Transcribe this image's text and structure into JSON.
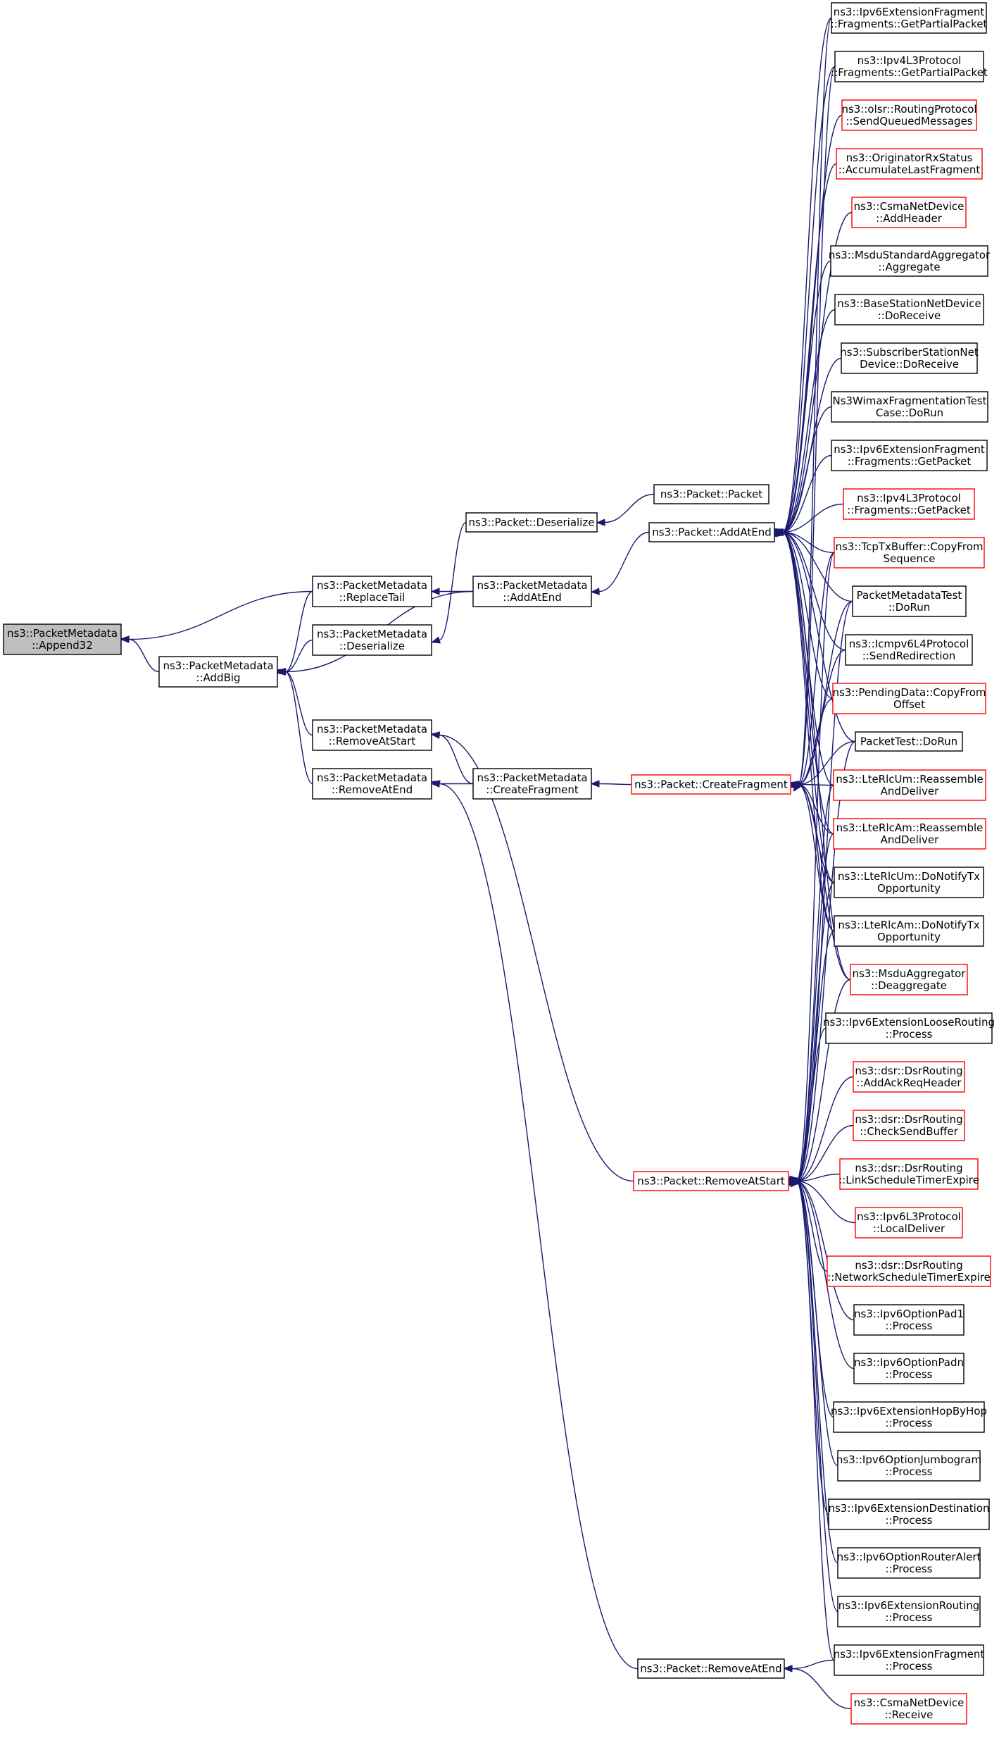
{
  "colors": {
    "edge": "#191970",
    "node_border": "#000000",
    "node_border_incomplete": "#ff0000",
    "root_fill": "#bfbfbf",
    "background": "#ffffff"
  },
  "nodes": [
    {
      "id": "append32",
      "lines": [
        "ns3::PacketMetadata",
        "::Append32"
      ],
      "style": "root"
    },
    {
      "id": "addbig",
      "lines": [
        "ns3::PacketMetadata",
        "::AddBig"
      ],
      "style": "normal"
    },
    {
      "id": "replacetail",
      "lines": [
        "ns3::PacketMetadata",
        "::ReplaceTail"
      ],
      "style": "normal"
    },
    {
      "id": "pm_deserialize",
      "lines": [
        "ns3::PacketMetadata",
        "::Deserialize"
      ],
      "style": "normal"
    },
    {
      "id": "removeatstart_pm",
      "lines": [
        "ns3::PacketMetadata",
        "::RemoveAtStart"
      ],
      "style": "normal"
    },
    {
      "id": "removeatend_pm",
      "lines": [
        "ns3::PacketMetadata",
        "::RemoveAtEnd"
      ],
      "style": "normal"
    },
    {
      "id": "pkt_deserialize",
      "lines": [
        "ns3::Packet::Deserialize"
      ],
      "style": "normal"
    },
    {
      "id": "pm_addatend",
      "lines": [
        "ns3::PacketMetadata",
        "::AddAtEnd"
      ],
      "style": "normal"
    },
    {
      "id": "pm_createfragment",
      "lines": [
        "ns3::PacketMetadata",
        "::CreateFragment"
      ],
      "style": "normal"
    },
    {
      "id": "pkt_packet",
      "lines": [
        "ns3::Packet::Packet"
      ],
      "style": "normal"
    },
    {
      "id": "pkt_addatend",
      "lines": [
        "ns3::Packet::AddAtEnd"
      ],
      "style": "normal"
    },
    {
      "id": "pkt_createfragment",
      "lines": [
        "ns3::Packet::CreateFragment"
      ],
      "style": "red"
    },
    {
      "id": "pkt_removeatstart",
      "lines": [
        "ns3::Packet::RemoveAtStart"
      ],
      "style": "red"
    },
    {
      "id": "pkt_removeatend",
      "lines": [
        "ns3::Packet::RemoveAtEnd"
      ],
      "style": "normal"
    },
    {
      "id": "r1",
      "lines": [
        "ns3::Ipv6ExtensionFragment",
        "::Fragments::GetPartialPacket"
      ],
      "style": "normal"
    },
    {
      "id": "r2",
      "lines": [
        "ns3::Ipv4L3Protocol",
        "::Fragments::GetPartialPacket"
      ],
      "style": "normal"
    },
    {
      "id": "r3",
      "lines": [
        "ns3::olsr::RoutingProtocol",
        "::SendQueuedMessages"
      ],
      "style": "red"
    },
    {
      "id": "r4",
      "lines": [
        "ns3::OriginatorRxStatus",
        "::AccumulateLastFragment"
      ],
      "style": "red"
    },
    {
      "id": "r5",
      "lines": [
        "ns3::CsmaNetDevice",
        "::AddHeader"
      ],
      "style": "red"
    },
    {
      "id": "r6",
      "lines": [
        "ns3::MsduStandardAggregator",
        "::Aggregate"
      ],
      "style": "normal"
    },
    {
      "id": "r7",
      "lines": [
        "ns3::BaseStationNetDevice",
        "::DoReceive"
      ],
      "style": "normal"
    },
    {
      "id": "r8",
      "lines": [
        "ns3::SubscriberStationNet",
        "Device::DoReceive"
      ],
      "style": "normal"
    },
    {
      "id": "r9",
      "lines": [
        "Ns3WimaxFragmentationTest",
        "Case::DoRun"
      ],
      "style": "normal"
    },
    {
      "id": "r10",
      "lines": [
        "ns3::Ipv6ExtensionFragment",
        "::Fragments::GetPacket"
      ],
      "style": "normal"
    },
    {
      "id": "r11",
      "lines": [
        "ns3::Ipv4L3Protocol",
        "::Fragments::GetPacket"
      ],
      "style": "red"
    },
    {
      "id": "r12",
      "lines": [
        "ns3::TcpTxBuffer::CopyFrom",
        "Sequence"
      ],
      "style": "red"
    },
    {
      "id": "r13",
      "lines": [
        "PacketMetadataTest",
        "::DoRun"
      ],
      "style": "normal"
    },
    {
      "id": "r14",
      "lines": [
        "ns3::Icmpv6L4Protocol",
        "::SendRedirection"
      ],
      "style": "normal"
    },
    {
      "id": "r15",
      "lines": [
        "ns3::PendingData::CopyFrom",
        "Offset"
      ],
      "style": "red"
    },
    {
      "id": "r16",
      "lines": [
        "PacketTest::DoRun"
      ],
      "style": "normal"
    },
    {
      "id": "r17",
      "lines": [
        "ns3::LteRlcUm::Reassemble",
        "AndDeliver"
      ],
      "style": "red"
    },
    {
      "id": "r18",
      "lines": [
        "ns3::LteRlcAm::Reassemble",
        "AndDeliver"
      ],
      "style": "red"
    },
    {
      "id": "r19",
      "lines": [
        "ns3::LteRlcUm::DoNotifyTx",
        "Opportunity"
      ],
      "style": "normal"
    },
    {
      "id": "r20",
      "lines": [
        "ns3::LteRlcAm::DoNotifyTx",
        "Opportunity"
      ],
      "style": "normal"
    },
    {
      "id": "r21",
      "lines": [
        "ns3::MsduAggregator",
        "::Deaggregate"
      ],
      "style": "red"
    },
    {
      "id": "r22",
      "lines": [
        "ns3::Ipv6ExtensionLooseRouting",
        "::Process"
      ],
      "style": "normal"
    },
    {
      "id": "r23",
      "lines": [
        "ns3::dsr::DsrRouting",
        "::AddAckReqHeader"
      ],
      "style": "red"
    },
    {
      "id": "r24",
      "lines": [
        "ns3::dsr::DsrRouting",
        "::CheckSendBuffer"
      ],
      "style": "red"
    },
    {
      "id": "r25",
      "lines": [
        "ns3::dsr::DsrRouting",
        "::LinkScheduleTimerExpire"
      ],
      "style": "red"
    },
    {
      "id": "r26",
      "lines": [
        "ns3::Ipv6L3Protocol",
        "::LocalDeliver"
      ],
      "style": "red"
    },
    {
      "id": "r27",
      "lines": [
        "ns3::dsr::DsrRouting",
        "::NetworkScheduleTimerExpire"
      ],
      "style": "red"
    },
    {
      "id": "r28",
      "lines": [
        "ns3::Ipv6OptionPad1",
        "::Process"
      ],
      "style": "normal"
    },
    {
      "id": "r29",
      "lines": [
        "ns3::Ipv6OptionPadn",
        "::Process"
      ],
      "style": "normal"
    },
    {
      "id": "r30",
      "lines": [
        "ns3::Ipv6ExtensionHopByHop",
        "::Process"
      ],
      "style": "normal"
    },
    {
      "id": "r31",
      "lines": [
        "ns3::Ipv6OptionJumbogram",
        "::Process"
      ],
      "style": "normal"
    },
    {
      "id": "r32",
      "lines": [
        "ns3::Ipv6ExtensionDestination",
        "::Process"
      ],
      "style": "normal"
    },
    {
      "id": "r33",
      "lines": [
        "ns3::Ipv6OptionRouterAlert",
        "::Process"
      ],
      "style": "normal"
    },
    {
      "id": "r34",
      "lines": [
        "ns3::Ipv6ExtensionRouting",
        "::Process"
      ],
      "style": "normal"
    },
    {
      "id": "r35",
      "lines": [
        "ns3::Ipv6ExtensionFragment",
        "::Process"
      ],
      "style": "normal"
    },
    {
      "id": "r36",
      "lines": [
        "ns3::CsmaNetDevice",
        "::Receive"
      ],
      "style": "red"
    }
  ],
  "edges": [
    {
      "from": "addbig",
      "to": "append32"
    },
    {
      "from": "replacetail",
      "to": "append32"
    },
    {
      "from": "replacetail",
      "to": "addbig"
    },
    {
      "from": "pm_deserialize",
      "to": "addbig"
    },
    {
      "from": "removeatstart_pm",
      "to": "addbig"
    },
    {
      "from": "removeatend_pm",
      "to": "addbig"
    },
    {
      "from": "pm_addatend",
      "to": "addbig"
    },
    {
      "from": "pm_addatend",
      "to": "replacetail"
    },
    {
      "from": "pkt_deserialize",
      "to": "pm_deserialize"
    },
    {
      "from": "pm_createfragment",
      "to": "removeatstart_pm"
    },
    {
      "from": "pm_createfragment",
      "to": "removeatend_pm"
    },
    {
      "from": "pkt_removeatstart",
      "to": "removeatstart_pm"
    },
    {
      "from": "pkt_removeatend",
      "to": "removeatend_pm"
    },
    {
      "from": "pkt_packet",
      "to": "pkt_deserialize"
    },
    {
      "from": "pkt_addatend",
      "to": "pm_addatend"
    },
    {
      "from": "pkt_createfragment",
      "to": "pm_createfragment"
    },
    {
      "from": "r1",
      "to": "pkt_addatend"
    },
    {
      "from": "r2",
      "to": "pkt_addatend"
    },
    {
      "from": "r3",
      "to": "pkt_addatend"
    },
    {
      "from": "r4",
      "to": "pkt_addatend"
    },
    {
      "from": "r5",
      "to": "pkt_addatend"
    },
    {
      "from": "r6",
      "to": "pkt_addatend"
    },
    {
      "from": "r7",
      "to": "pkt_addatend"
    },
    {
      "from": "r8",
      "to": "pkt_addatend"
    },
    {
      "from": "r9",
      "to": "pkt_addatend"
    },
    {
      "from": "r10",
      "to": "pkt_addatend"
    },
    {
      "from": "r11",
      "to": "pkt_addatend"
    },
    {
      "from": "r12",
      "to": "pkt_addatend"
    },
    {
      "from": "r13",
      "to": "pkt_addatend"
    },
    {
      "from": "r14",
      "to": "pkt_addatend"
    },
    {
      "from": "r15",
      "to": "pkt_addatend"
    },
    {
      "from": "r16",
      "to": "pkt_addatend"
    },
    {
      "from": "r17",
      "to": "pkt_addatend"
    },
    {
      "from": "r18",
      "to": "pkt_addatend"
    },
    {
      "from": "r19",
      "to": "pkt_addatend"
    },
    {
      "from": "r20",
      "to": "pkt_addatend"
    },
    {
      "from": "r21",
      "to": "pkt_addatend"
    },
    {
      "from": "r1",
      "to": "pkt_createfragment"
    },
    {
      "from": "r2",
      "to": "pkt_createfragment"
    },
    {
      "from": "r12",
      "to": "pkt_createfragment"
    },
    {
      "from": "r13",
      "to": "pkt_createfragment"
    },
    {
      "from": "r14",
      "to": "pkt_createfragment"
    },
    {
      "from": "r15",
      "to": "pkt_createfragment"
    },
    {
      "from": "r16",
      "to": "pkt_createfragment"
    },
    {
      "from": "r17",
      "to": "pkt_createfragment"
    },
    {
      "from": "r18",
      "to": "pkt_createfragment"
    },
    {
      "from": "r19",
      "to": "pkt_createfragment"
    },
    {
      "from": "r20",
      "to": "pkt_createfragment"
    },
    {
      "from": "r21",
      "to": "pkt_createfragment"
    },
    {
      "from": "r12",
      "to": "pkt_removeatstart"
    },
    {
      "from": "r13",
      "to": "pkt_removeatstart"
    },
    {
      "from": "r16",
      "to": "pkt_removeatstart"
    },
    {
      "from": "r17",
      "to": "pkt_removeatstart"
    },
    {
      "from": "r18",
      "to": "pkt_removeatstart"
    },
    {
      "from": "r19",
      "to": "pkt_removeatstart"
    },
    {
      "from": "r20",
      "to": "pkt_removeatstart"
    },
    {
      "from": "r21",
      "to": "pkt_removeatstart"
    },
    {
      "from": "r22",
      "to": "pkt_removeatstart"
    },
    {
      "from": "r23",
      "to": "pkt_removeatstart"
    },
    {
      "from": "r24",
      "to": "pkt_removeatstart"
    },
    {
      "from": "r25",
      "to": "pkt_removeatstart"
    },
    {
      "from": "r26",
      "to": "pkt_removeatstart"
    },
    {
      "from": "r27",
      "to": "pkt_removeatstart"
    },
    {
      "from": "r28",
      "to": "pkt_removeatstart"
    },
    {
      "from": "r29",
      "to": "pkt_removeatstart"
    },
    {
      "from": "r30",
      "to": "pkt_removeatstart"
    },
    {
      "from": "r31",
      "to": "pkt_removeatstart"
    },
    {
      "from": "r32",
      "to": "pkt_removeatstart"
    },
    {
      "from": "r33",
      "to": "pkt_removeatstart"
    },
    {
      "from": "r34",
      "to": "pkt_removeatstart"
    },
    {
      "from": "r35",
      "to": "pkt_removeatstart"
    },
    {
      "from": "r35",
      "to": "pkt_removeatend"
    },
    {
      "from": "r36",
      "to": "pkt_removeatend"
    }
  ]
}
